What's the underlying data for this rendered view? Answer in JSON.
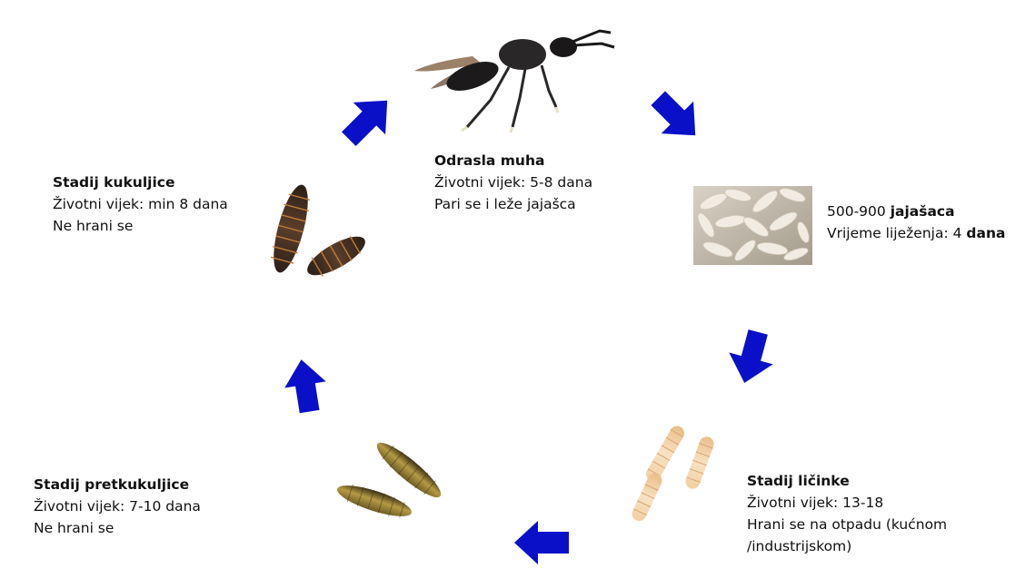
{
  "colors": {
    "arrow": "#0a10c8",
    "text": "#111111"
  },
  "stages": {
    "adult": {
      "title": "Odrasla muha",
      "line1": "Životni vijek: 5-8 dana",
      "line2": "Pari se i leže jajašca",
      "image": "adult-fly"
    },
    "eggs": {
      "count": "500-900",
      "count_unit": "jajašaca",
      "time_prefix": "Vrijeme liježenja: 4",
      "time_unit": "dana",
      "image": "eggs"
    },
    "larva": {
      "title": "Stadij ličinke",
      "line1": "Životni vijek: 13-18",
      "line2": "Hrani se na otpadu (kućnom",
      "line3": "/industrijskom)",
      "image": "larvae"
    },
    "prepupa": {
      "title": "Stadij pretkukuljice",
      "line1": "Životni vijek: 7-10 dana",
      "line2": "Ne hrani se",
      "image": "prepupae"
    },
    "pupa": {
      "title": "Stadij kukuljice",
      "line1": "Životni vijek: min 8 dana",
      "line2": "Ne hrani se",
      "image": "pupae"
    }
  },
  "arrows": [
    {
      "name": "arrow-adult-to-eggs",
      "direction": "down-right"
    },
    {
      "name": "arrow-eggs-to-larva",
      "direction": "down"
    },
    {
      "name": "arrow-larva-to-prepupa",
      "direction": "left"
    },
    {
      "name": "arrow-prepupa-to-pupa",
      "direction": "up"
    },
    {
      "name": "arrow-pupa-to-adult",
      "direction": "up-right"
    }
  ]
}
